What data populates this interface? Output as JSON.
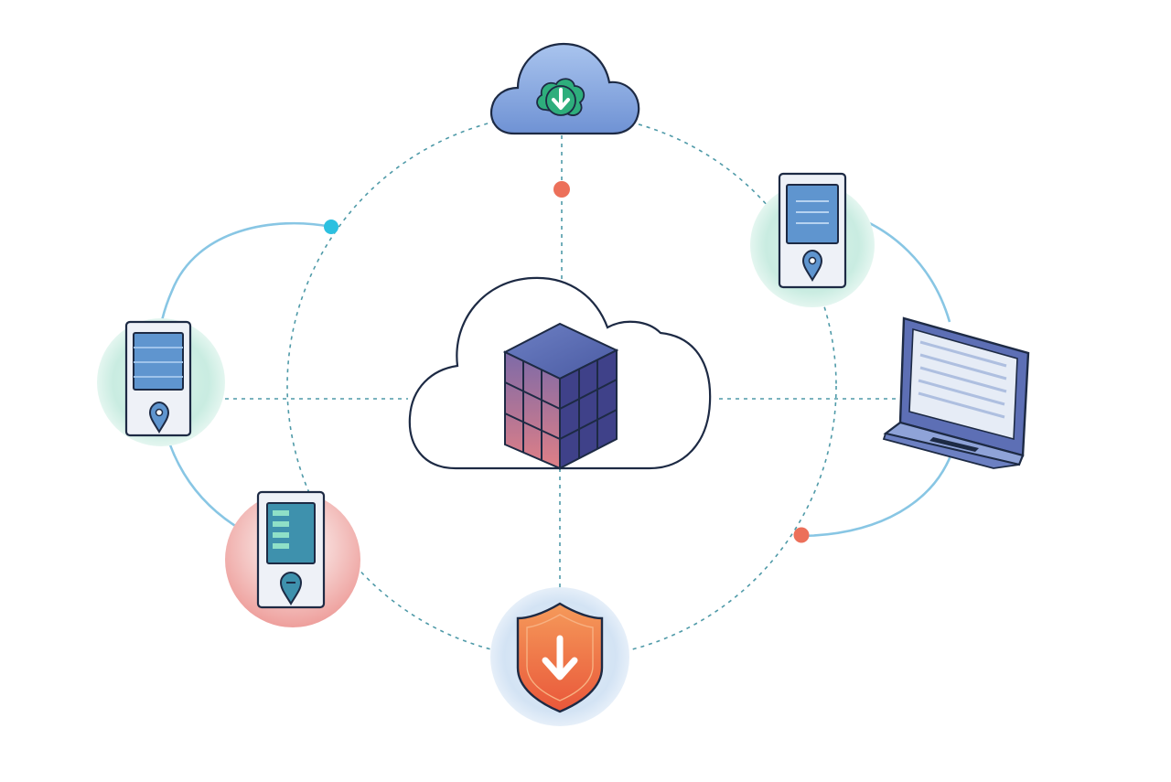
{
  "diagram": {
    "nodes": [
      {
        "id": "central-cloud",
        "icon": "cloud-storage-cube-icon"
      },
      {
        "id": "top-cloud",
        "icon": "cloud-download-icon"
      },
      {
        "id": "left-server",
        "icon": "server-tower-icon"
      },
      {
        "id": "bottom-left-server",
        "icon": "server-tower-icon"
      },
      {
        "id": "top-right-server",
        "icon": "server-tower-icon"
      },
      {
        "id": "laptop",
        "icon": "laptop-icon"
      },
      {
        "id": "shield",
        "icon": "shield-download-icon"
      }
    ],
    "links": [
      {
        "from": "central-cloud",
        "to": "top-cloud",
        "style": "dashed"
      },
      {
        "from": "central-cloud",
        "to": "shield",
        "style": "dashed"
      },
      {
        "from": "central-cloud",
        "to": "left-server",
        "style": "dashed"
      },
      {
        "from": "central-cloud",
        "to": "laptop",
        "style": "dashed"
      },
      {
        "from": "left-server",
        "to": "bottom-left-server",
        "style": "solid"
      },
      {
        "from": "top-right-server",
        "to": "laptop",
        "style": "solid"
      }
    ],
    "colors": {
      "dashed_line": "#4f9aa8",
      "solid_line": "#88c6e4",
      "dot_teal": "#2cc0e0",
      "dot_coral": "#ec705a",
      "outline": "#1d2a44",
      "cube_top": "#4d5fa6",
      "cube_front": "#b86a86",
      "cube_side": "#3d3f86",
      "cloud_blue": "#7ea1dc",
      "download_green": "#2eae7c",
      "halo_teal": "#cfeee5",
      "halo_coral": "#f3b6b0",
      "halo_blue": "#d5e4f5",
      "shield_orange": "#f2763f",
      "screen_blue": "#4f88c8"
    }
  }
}
